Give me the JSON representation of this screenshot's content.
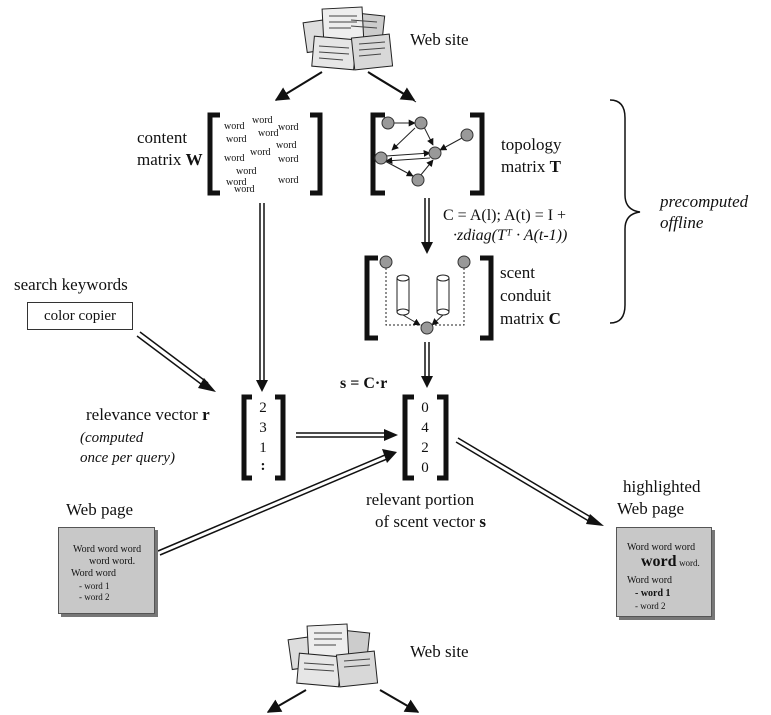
{
  "top_site_label": "Web site",
  "bottom_site_label": "Web site",
  "content_matrix": {
    "label_line1": "content",
    "label_line2": "matrix",
    "symbol": "W",
    "words": [
      "word",
      "word",
      "word",
      "word",
      "word",
      "word",
      "word",
      "word",
      "word",
      "word",
      "word",
      "word",
      "word"
    ]
  },
  "topology_matrix": {
    "label_line1": "topology",
    "label_line2": "matrix",
    "symbol": "T"
  },
  "formula": {
    "line1": "C = A(l); A(t) = I +",
    "line2": "·zdiag(Tᵀ · A(t-1))"
  },
  "scent_matrix": {
    "line1": "scent",
    "line2": "conduit",
    "line3": "matrix",
    "symbol": "C"
  },
  "precomputed": {
    "line1": "precomputed",
    "line2": "offline"
  },
  "search": {
    "label": "search keywords",
    "query": "color copier"
  },
  "relevance": {
    "label": "relevance vector",
    "symbol": "r",
    "note_line1": "(computed",
    "note_line2": "once per query)",
    "values": [
      "2",
      "3",
      "1",
      ":"
    ]
  },
  "scent_vector": {
    "equation": "s = C·r",
    "values": [
      "0",
      "4",
      "2",
      "0"
    ],
    "label_line1": "relevant portion",
    "label_line2": "of scent vector",
    "symbol": "s"
  },
  "web_page": {
    "title": "Web page",
    "lines": [
      "Word word word",
      "word word.",
      "Word word",
      "- word 1",
      "- word 2"
    ]
  },
  "highlighted_page": {
    "title_line1": "highlighted",
    "title_line2": "Web page",
    "line1": "Word word word",
    "big_word": "word",
    "big_word_tail": "word.",
    "line3": "Word word",
    "bullet1": "- word 1",
    "bullet2": "- word 2"
  }
}
